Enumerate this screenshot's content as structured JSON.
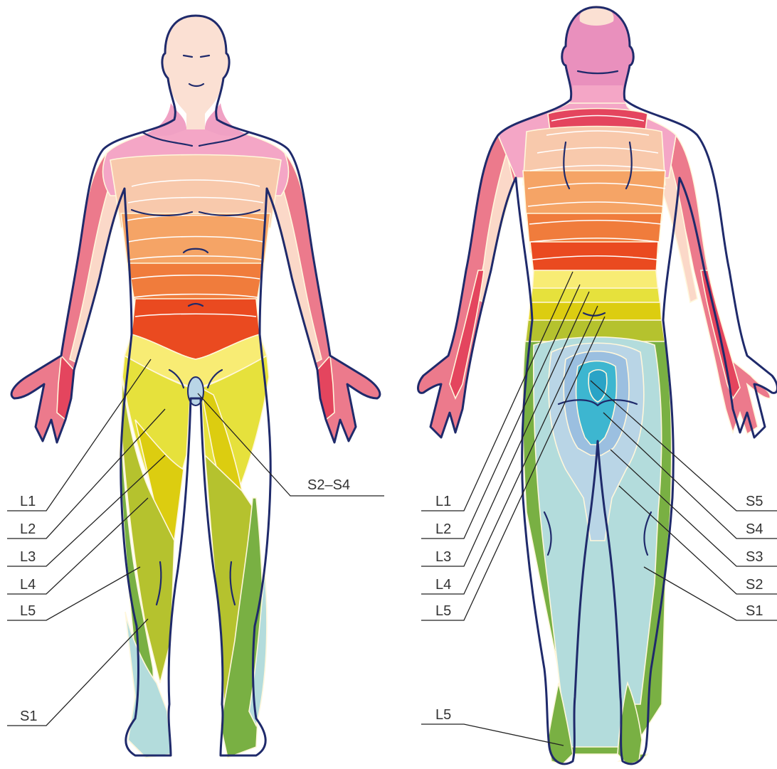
{
  "colors": {
    "skin": "#fbe0d3",
    "head": "#f0a1c4",
    "neck": "#e990bd",
    "c5": "#f4a6c6",
    "arm_outer": "#ec7a8c",
    "arm_inner": "#fbd8c8",
    "t_upper": "#f8c9ac",
    "t_mid": "#f5a466",
    "t_lower": "#f07c3c",
    "t_bottom": "#ea4a20",
    "hand": "#e4455e",
    "l1": "#f8ec74",
    "l2": "#e6e13c",
    "l3": "#dccd10",
    "l4": "#b5c22e",
    "l5": "#79b043",
    "s1": "#b3dcdc",
    "s2": "#b9d5e6",
    "s3": "#9bbfe0",
    "s4": "#3db6d0",
    "s5": "#2aa3c6",
    "outline": "#1f2a6b"
  },
  "views": {
    "front": {
      "labels": {
        "l1": "L1",
        "l2": "L2",
        "l3": "L3",
        "l4": "L4",
        "l5": "L5",
        "s1": "S1",
        "s2_s4": "S2–S4"
      }
    },
    "back": {
      "labels": {
        "l1": "L1",
        "l2": "L2",
        "l3": "L3",
        "l4": "L4",
        "l5": "L5",
        "l5_foot": "L5",
        "s1": "S1",
        "s2": "S2",
        "s3": "S3",
        "s4": "S4",
        "s5": "S5"
      }
    }
  }
}
